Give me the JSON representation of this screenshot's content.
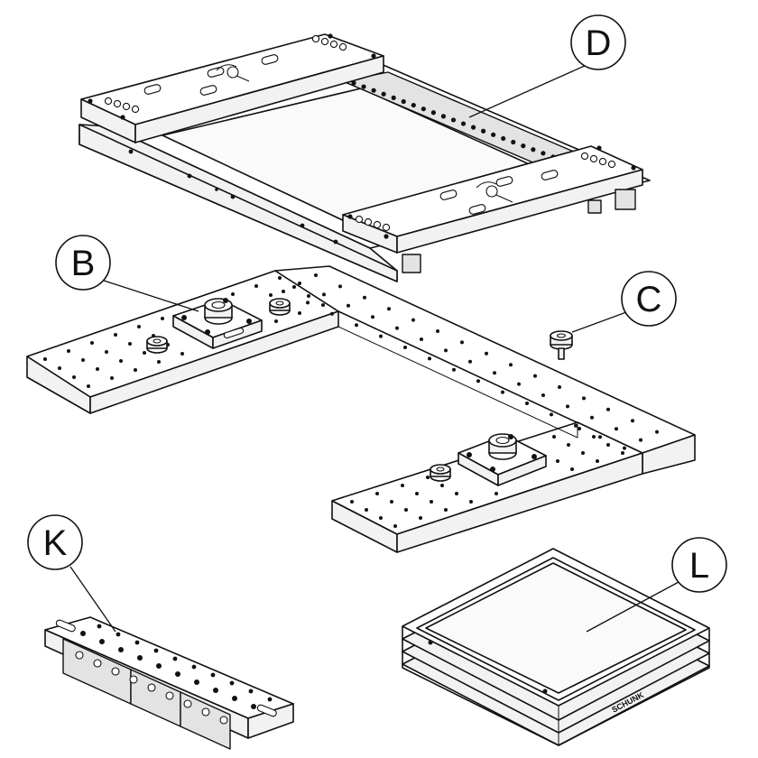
{
  "callouts": {
    "D": "D",
    "B": "B",
    "C": "C",
    "K": "K",
    "L": "L"
  },
  "tray_brand": "SCHUNK"
}
